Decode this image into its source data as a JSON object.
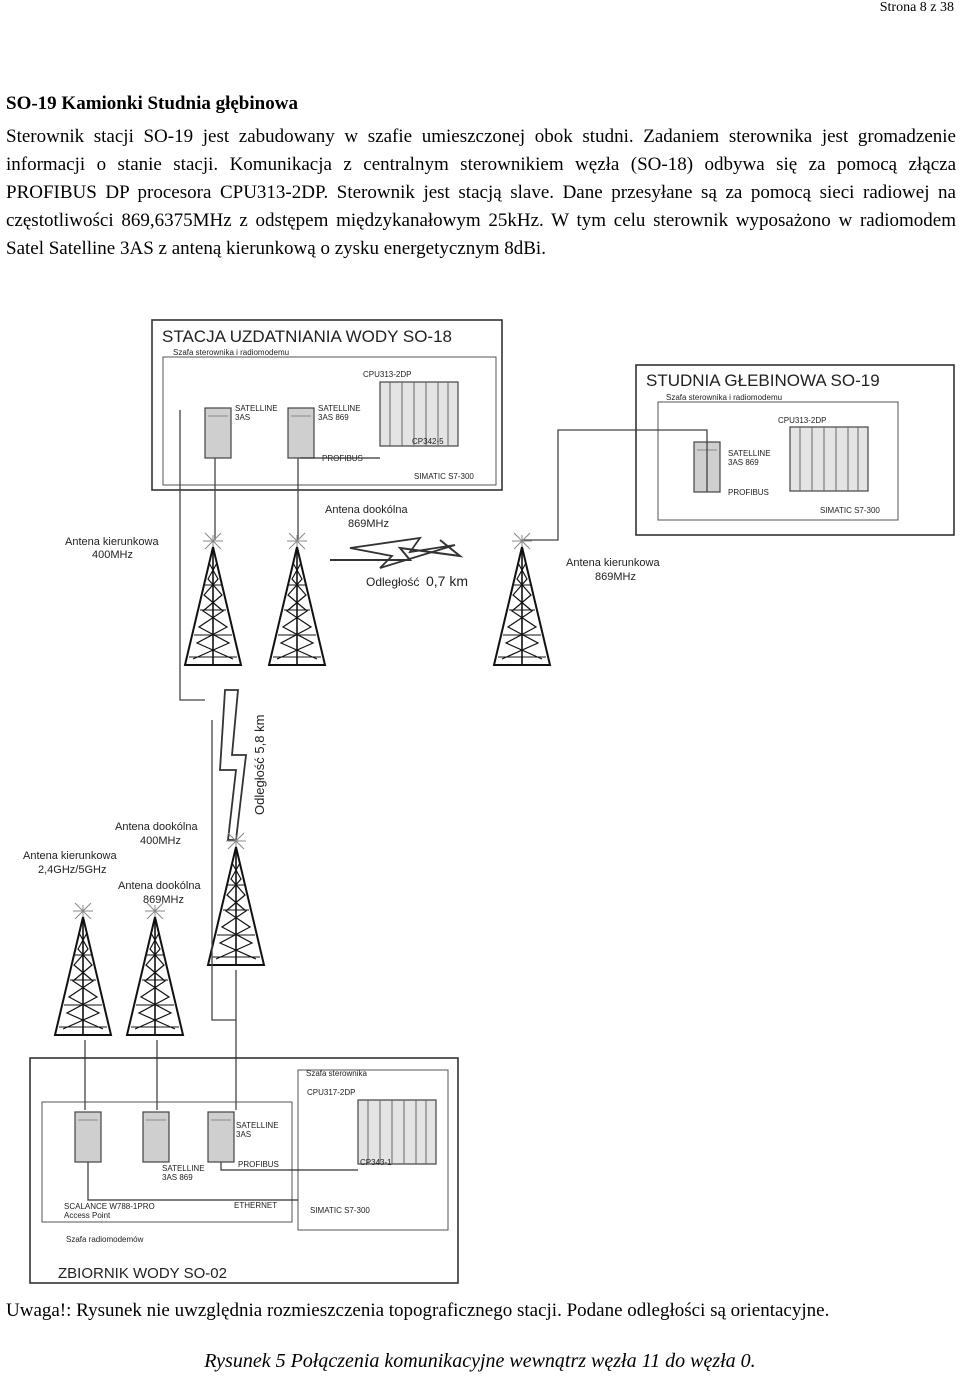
{
  "header": {
    "page_number": "Strona 8 z 38"
  },
  "section": {
    "title": "SO-19 Kamionki Studnia głębinowa",
    "paragraph": "Sterownik stacji SO-19 jest zabudowany w szafie umieszczonej obok studni. Zadaniem sterownika jest gromadzenie informacji o stanie stacji. Komunikacja z centralnym sterownikiem węzła (SO-18) odbywa się za pomocą złącza PROFIBUS DP procesora CPU313-2DP. Sterownik jest stacją slave. Dane przesyłane są za pomocą sieci radiowej na częstotliwości 869,6375MHz z odstępem międzykanałowym  25kHz. W tym celu sterownik wyposażono w radiomodem Satel Satelline 3AS z anteną kierunkową o zysku energetycznym 8dBi."
  },
  "diagram": {
    "so18": {
      "title": "STACJA UZDATNIANIA WODY SO-18",
      "cabinet": "Szafa sterownika i radiomodemu",
      "cpu": "CPU313-2DP",
      "modem1_a": "SATELLINE",
      "modem1_b": "3AS",
      "modem2_a": "SATELLINE",
      "modem2_b": "3AS 869",
      "cp": "CP342-5",
      "profibus": "PROFIBUS",
      "plc": "SIMATIC S7-300"
    },
    "so19": {
      "title": "STUDNIA GŁEBINOWA SO-19",
      "cabinet": "Szafa sterownika i radiomodemu",
      "cpu": "CPU313-2DP",
      "modem_a": "SATELLINE",
      "modem_b": "3AS 869",
      "profibus": "PROFIBUS",
      "plc": "SIMATIC S7-300"
    },
    "antennas": {
      "dir400_a": "Antena kierunkowa",
      "dir400_b": "400MHz",
      "omni869_a": "Antena dookólna",
      "omni869_b": "869MHz",
      "dir869_a": "Antena kierunkowa",
      "dir869_b": "869MHz",
      "omni400_a": "Antena dookólna",
      "omni400_b": "400MHz",
      "dir24_a": "Antena kierunkowa",
      "dir24_b": "2,4GHz/5GHz",
      "omni869b_a": "Antena dookólna",
      "omni869b_b": "869MHz"
    },
    "distance_short_label": "Odległość",
    "distance_short_value": "0,7 km",
    "distance_long": "Odległość 5,8 km",
    "so02": {
      "title": "ZBIORNIK WODY SO-02",
      "cabinet": "Szafa sterownika",
      "cpu": "CPU317-2DP",
      "modem1_a": "SATELLINE",
      "modem1_b": "3AS",
      "modem2_a": "SATELLINE",
      "modem2_b": "3AS 869",
      "profibus": "PROFIBUS",
      "cp": "CP343-1",
      "ap_a": "SCALANCE W788-1PRO",
      "ap_b": "Access Point",
      "ethernet": "ETHERNET",
      "plc": "SIMATIC S7-300",
      "cabinet2": "Szafa radiomodemów"
    }
  },
  "note": "Uwaga!: Rysunek nie uwzględnia rozmieszczenia topograficznego stacji. Podane odległości są orientacyjne.",
  "caption": "Rysunek 5 Połączenia komunikacyjne wewnątrz węzła 11 do węzła 0."
}
